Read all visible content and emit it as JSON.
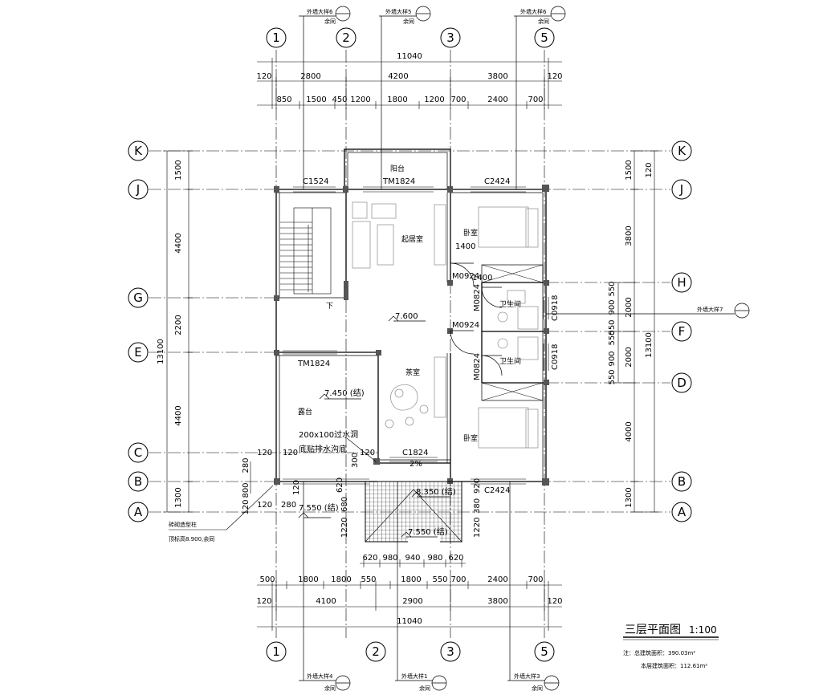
{
  "title": "三层平面图",
  "scale": "1:100",
  "notes": {
    "total_area": "注：总建筑面积：390.03m²",
    "floor_area": "本层建筑面积：112.61m²"
  },
  "axes_vertical": {
    "a1": "1",
    "a2": "2",
    "a3": "3",
    "a5": "5"
  },
  "axes_horizontal": {
    "K": "K",
    "J": "J",
    "H": "H",
    "G": "G",
    "F": "F",
    "E": "E",
    "D": "D",
    "C": "C",
    "B": "B",
    "A": "A"
  },
  "top_dims": {
    "total": "11040",
    "row2": [
      "120",
      "2800",
      "4200",
      "3800",
      "120"
    ],
    "row3": [
      "850",
      "1500",
      "450",
      "1200",
      "1800",
      "1200",
      "700",
      "2400",
      "700"
    ]
  },
  "bottom_dims": {
    "row1": [
      "620",
      "980",
      "940",
      "980",
      "620"
    ],
    "row2": [
      "500",
      "1800",
      "1800",
      "550",
      "1800",
      "550",
      "700",
      "2400",
      "700"
    ],
    "row3": [
      "120",
      "4100",
      "2900",
      "3800",
      "120"
    ],
    "total": "11040"
  },
  "left_dims": {
    "outer": [
      "1500",
      "4400",
      "2200",
      "4400",
      "1300"
    ],
    "total": "13100",
    "inner": [
      "280",
      "800",
      "120"
    ]
  },
  "right_dims": {
    "outer": [
      "1500",
      "3800",
      "2000",
      "2000",
      "4000",
      "1300"
    ],
    "total": "13100",
    "inner": [
      "550",
      "900",
      "550",
      "550",
      "900",
      "550"
    ]
  },
  "rooms": {
    "balcony": "阳台",
    "living": "起居室",
    "bedroom1": "卧室",
    "bath1": "卫生间",
    "bath2": "卫生间",
    "tea": "茶室",
    "terrace": "露台",
    "bedroom2": "卧室"
  },
  "windows": {
    "c1524": "C1524",
    "tm1824a": "TM1824",
    "c2424a": "C2424",
    "m0924a": "M0924",
    "m0824a": "M0824",
    "c0918a": "C0918",
    "m0924b": "M0924",
    "m0824b": "M0824",
    "c0918b": "C0918",
    "tm1824b": "TM1824",
    "c1824": "C1824",
    "c2424b": "C2424"
  },
  "levels": {
    "floor": "7.600",
    "terrace": "7.450 (结)",
    "eave": "8.350 (结)",
    "roof1": "7.550 (结)",
    "roof2": "7.550 (结)"
  },
  "misc": {
    "stair_down": "下",
    "slope": "2%",
    "drain1": "200x100过水洞",
    "drain2": "底贴排水沟底",
    "col1": "砖砌造型柱",
    "col2": "顶标高8.900,余同",
    "n120a": "120",
    "n120b": "120",
    "n120c": "120",
    "n120d": "120",
    "n300": "300",
    "n280": "280",
    "n120e": "120",
    "n680": "680",
    "n620": "620",
    "n1220a": "1220",
    "n1220b": "1220",
    "n380": "380",
    "n920": "920",
    "n1400": "1400"
  },
  "detail_tags": {
    "t1": "外墙大样6",
    "t2": "外墙大样5",
    "t3": "外墙大样6",
    "t4": "外墙大样4",
    "t5": "外墙大样1",
    "t6": "外墙大样3",
    "t7": "外墙大样7",
    "same": "余同"
  }
}
